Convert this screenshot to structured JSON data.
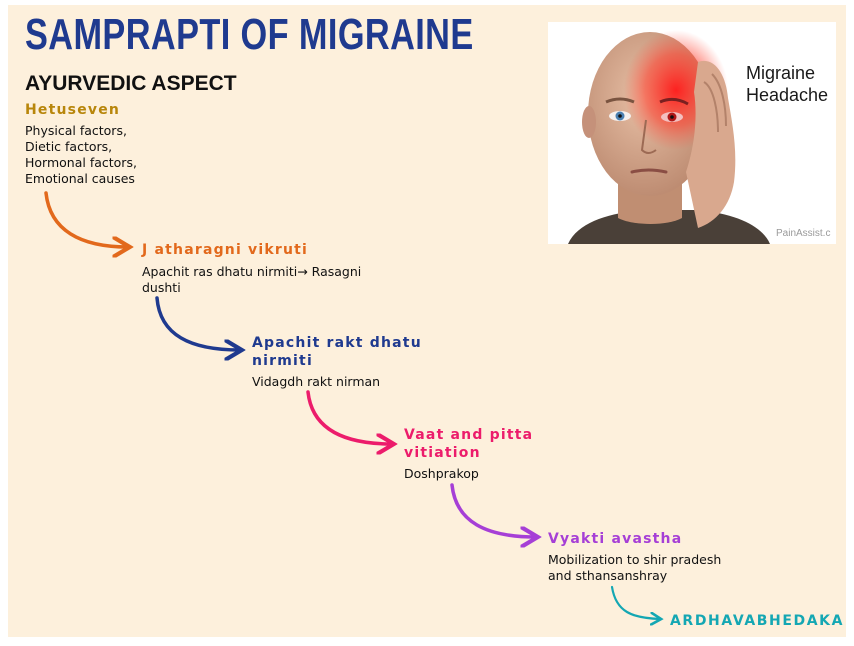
{
  "title": "SAMPRAPTI OF MIGRAINE",
  "subtitle": "AYURVEDIC ASPECT",
  "photo": {
    "caption": "Migraine\nHeadache",
    "watermark": "PainAssist.c"
  },
  "colors": {
    "title": "#1f3a8f",
    "hetu": "#b8860b",
    "jathar": "#e2691c",
    "apachit": "#1f3a8f",
    "vaat": "#ec1c6b",
    "vyakti": "#a63fd6",
    "ardha": "#14a7b3",
    "background": "#fdf0dc"
  },
  "steps": [
    {
      "heading": "Hetuseven",
      "body": "Physical factors,\nDietic factors,\nHormonal factors,\nEmotional causes"
    },
    {
      "heading": "J atharagni vikruti",
      "body": "Apachit ras dhatu nirmiti→ Rasagni\ndushti"
    },
    {
      "heading": "Apachit rakt dhatu\nnirmiti",
      "body": "Vidagdh rakt nirman"
    },
    {
      "heading": "Vaat and pitta\nvitiation",
      "body": "Doshprakop"
    },
    {
      "heading": "Vyakti avastha",
      "body": "Mobilization to shir pradesh\nand sthansanshray"
    },
    {
      "heading": "ARDHAVABHEDAKA",
      "body": ""
    }
  ]
}
